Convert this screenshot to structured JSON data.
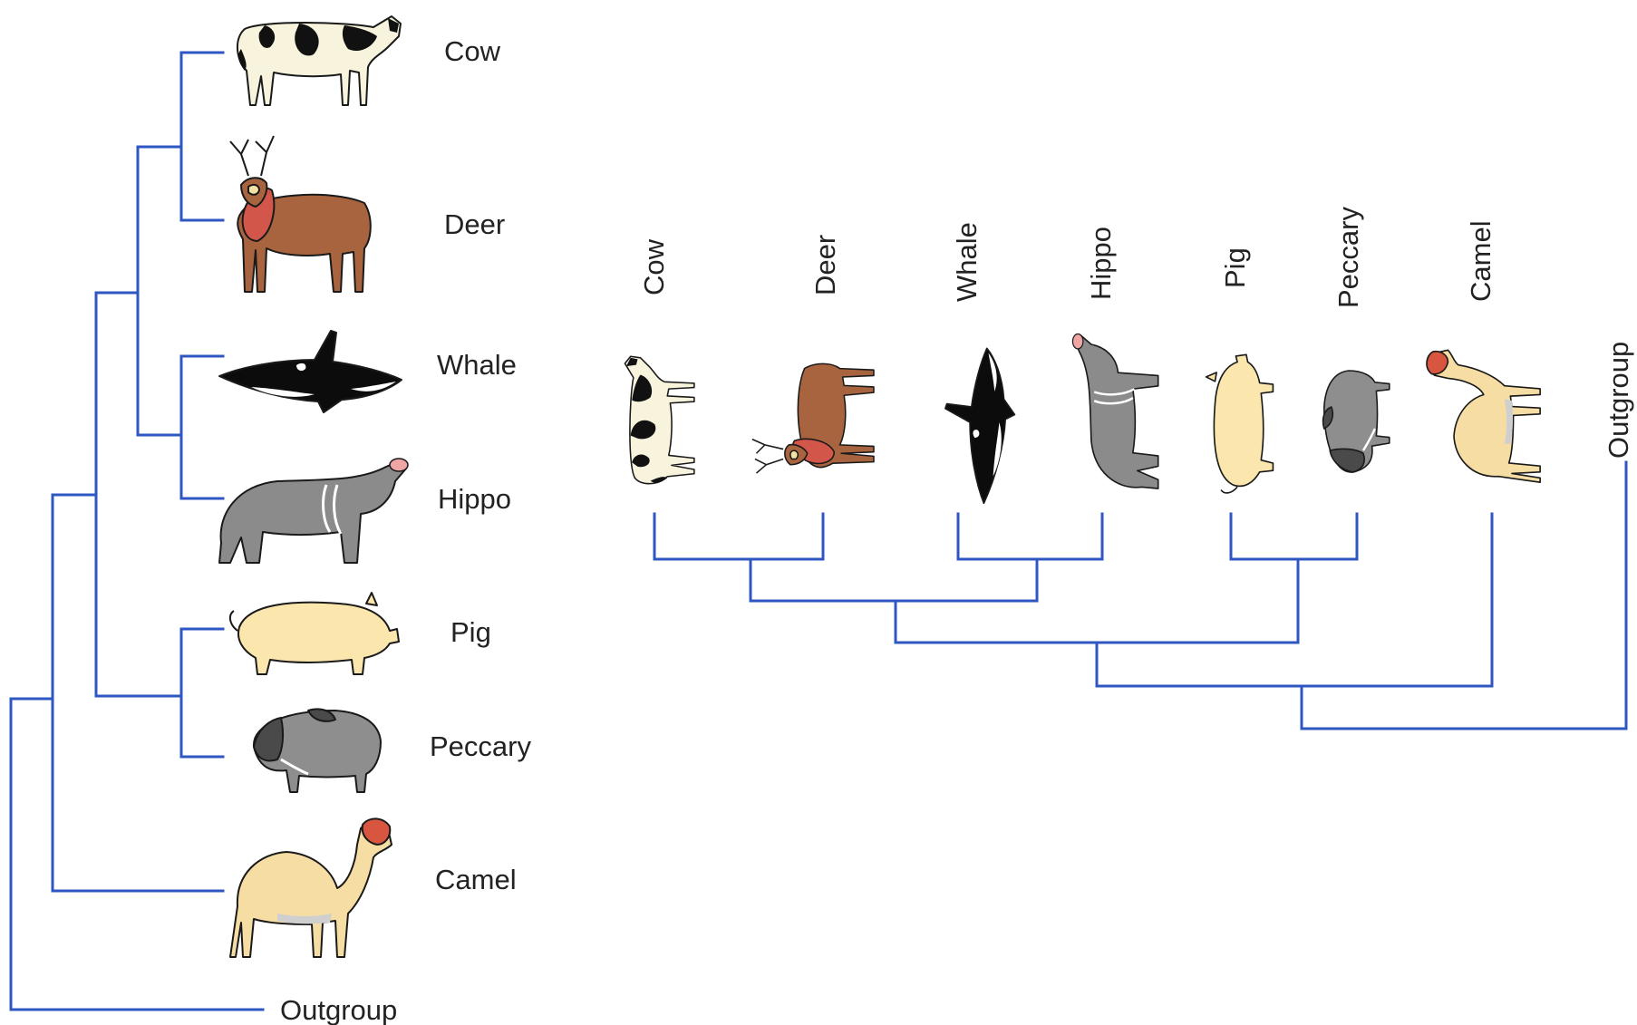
{
  "colors": {
    "branch": "#2f57c2",
    "label": "#222222",
    "cow_body": "#f8f3dc",
    "cow_patch": "#111111",
    "deer_body": "#a8643f",
    "deer_throat": "#d2564a",
    "deer_antler": "#efe6c2",
    "whale_body": "#0c0c0c",
    "whale_patch": "#ffffff",
    "hippo_body": "#8b8b8b",
    "hippo_mouth": "#f0a5a5",
    "pig_body": "#fbe6ad",
    "peccary_body": "#8e8e8e",
    "peccary_dark": "#4a4a4a",
    "camel_body": "#f6dda4",
    "camel_face": "#d8563f"
  },
  "left_tree": {
    "orientation": "horizontal",
    "taxa": [
      {
        "label": "Cow",
        "icon": "cow-icon"
      },
      {
        "label": "Deer",
        "icon": "deer-icon"
      },
      {
        "label": "Whale",
        "icon": "whale-icon"
      },
      {
        "label": "Hippo",
        "icon": "hippo-icon"
      },
      {
        "label": "Pig",
        "icon": "pig-icon"
      },
      {
        "label": "Peccary",
        "icon": "peccary-icon"
      },
      {
        "label": "Camel",
        "icon": "camel-icon"
      },
      {
        "label": "Outgroup",
        "icon": ""
      }
    ]
  },
  "right_tree": {
    "orientation": "vertical",
    "taxa": [
      {
        "label": "Cow",
        "icon": "cow-icon"
      },
      {
        "label": "Deer",
        "icon": "deer-icon"
      },
      {
        "label": "Whale",
        "icon": "whale-icon"
      },
      {
        "label": "Hippo",
        "icon": "hippo-icon"
      },
      {
        "label": "Pig",
        "icon": "pig-icon"
      },
      {
        "label": "Peccary",
        "icon": "peccary-icon"
      },
      {
        "label": "Camel",
        "icon": "camel-icon"
      },
      {
        "label": "Outgroup",
        "icon": ""
      }
    ]
  },
  "topology": "((((Cow,Deer),(Whale,Hippo)),(Pig,Peccary)),Camel),Outgroup"
}
